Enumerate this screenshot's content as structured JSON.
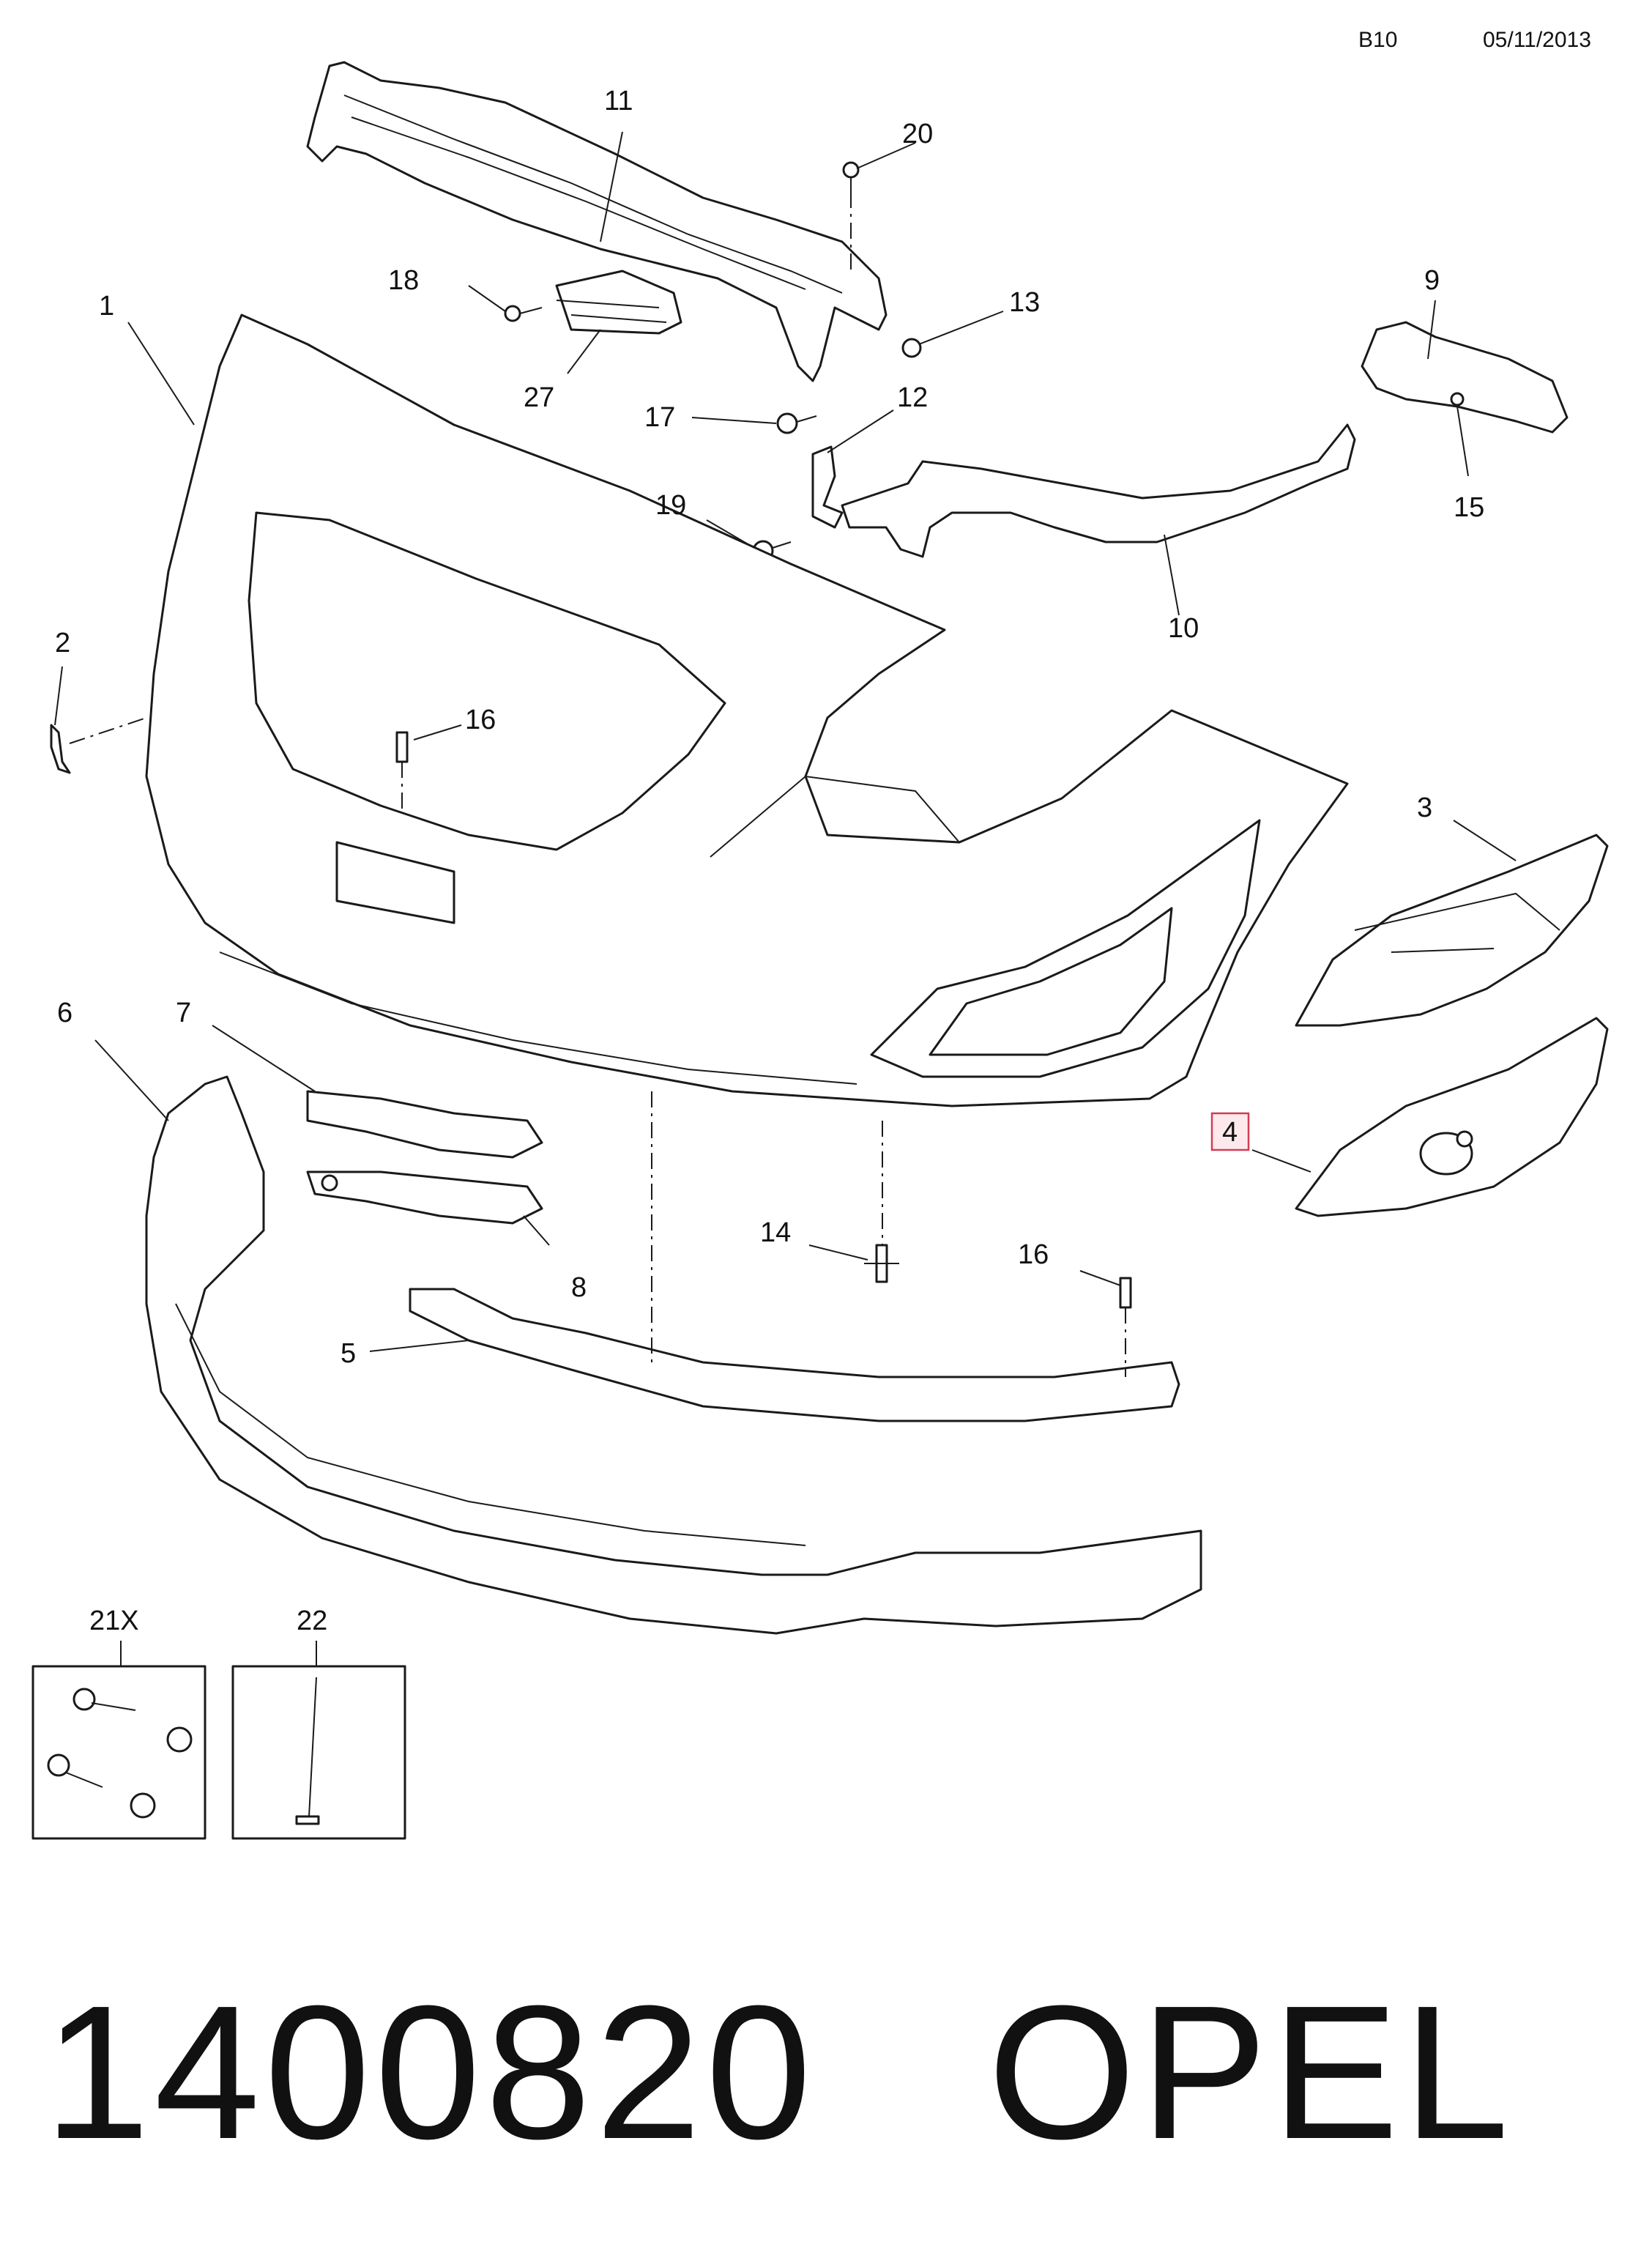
{
  "header": {
    "sheet": "B10",
    "date": "05/11/2013"
  },
  "callouts": [
    {
      "id": "1",
      "label": "1"
    },
    {
      "id": "2",
      "label": "2"
    },
    {
      "id": "3",
      "label": "3"
    },
    {
      "id": "4",
      "label": "4",
      "highlighted": true
    },
    {
      "id": "5",
      "label": "5"
    },
    {
      "id": "6",
      "label": "6"
    },
    {
      "id": "7",
      "label": "7"
    },
    {
      "id": "8",
      "label": "8"
    },
    {
      "id": "9",
      "label": "9"
    },
    {
      "id": "10",
      "label": "10"
    },
    {
      "id": "11",
      "label": "11"
    },
    {
      "id": "12",
      "label": "12"
    },
    {
      "id": "13",
      "label": "13"
    },
    {
      "id": "14",
      "label": "14"
    },
    {
      "id": "15",
      "label": "15"
    },
    {
      "id": "16a",
      "label": "16"
    },
    {
      "id": "16b",
      "label": "16"
    },
    {
      "id": "17",
      "label": "17"
    },
    {
      "id": "18",
      "label": "18"
    },
    {
      "id": "19",
      "label": "19"
    },
    {
      "id": "20",
      "label": "20"
    },
    {
      "id": "21X",
      "label": "21X"
    },
    {
      "id": "22",
      "label": "22"
    },
    {
      "id": "27",
      "label": "27"
    }
  ],
  "highlight_color": "#d23c55",
  "footer": {
    "part_number": "1400820",
    "brand": "OPEL"
  }
}
